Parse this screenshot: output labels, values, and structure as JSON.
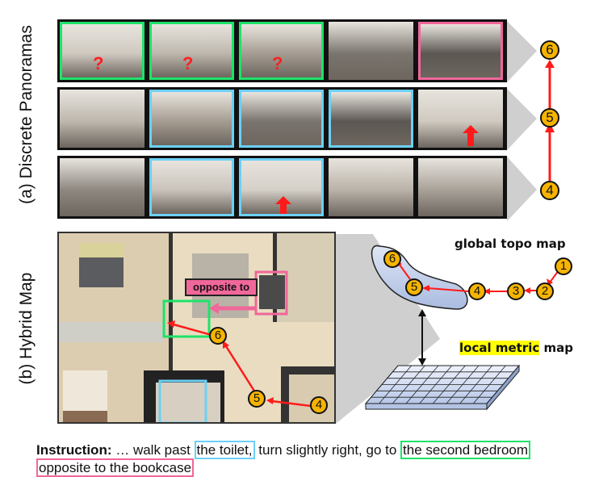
{
  "labels": {
    "panel_a": "(a) Discrete  Panoramas",
    "panel_b": "(b) Hybrid Map",
    "global_topo": "global topo map",
    "local_metric_highlight": "local metric",
    "local_metric_rest": " map",
    "opposite_to": "opposite to",
    "question_mark": "?"
  },
  "colors": {
    "green_highlight": "#1ee36a",
    "blue_highlight": "#6cd0f5",
    "pink_highlight": "#f0679a",
    "node_fill": "#f6b400",
    "arrow_red": "#ff1a1a",
    "yellow_highlight": "#ffff00"
  },
  "panoramas": [
    {
      "row": 1,
      "node": "6",
      "frames": [
        {
          "highlight": "green",
          "question": true
        },
        {
          "highlight": "green",
          "question": true
        },
        {
          "highlight": "green",
          "question": true
        },
        {
          "highlight": "none",
          "question": false
        },
        {
          "highlight": "pink",
          "question": false
        }
      ]
    },
    {
      "row": 2,
      "node": "5",
      "frames": [
        {
          "highlight": "none"
        },
        {
          "highlight": "blue"
        },
        {
          "highlight": "blue"
        },
        {
          "highlight": "blue"
        },
        {
          "highlight": "none",
          "up_arrow": true
        }
      ]
    },
    {
      "row": 3,
      "node": "4",
      "frames": [
        {
          "highlight": "none"
        },
        {
          "highlight": "blue"
        },
        {
          "highlight": "blue",
          "up_arrow": true
        },
        {
          "highlight": "none"
        },
        {
          "highlight": "none"
        }
      ]
    }
  ],
  "vertical_chain": [
    "6",
    "5",
    "4"
  ],
  "hybrid_map_nodes": [
    "6",
    "5",
    "4"
  ],
  "topo_nodes": [
    "1",
    "2",
    "3",
    "4",
    "5",
    "6"
  ],
  "instruction": {
    "label": "Instruction:",
    "part1": " … walk past ",
    "toilet": "the toilet,",
    "part2": " turn slightly right, go to ",
    "bedroom": "the second bedroom",
    "bookcase": "opposite to the bookcase"
  }
}
